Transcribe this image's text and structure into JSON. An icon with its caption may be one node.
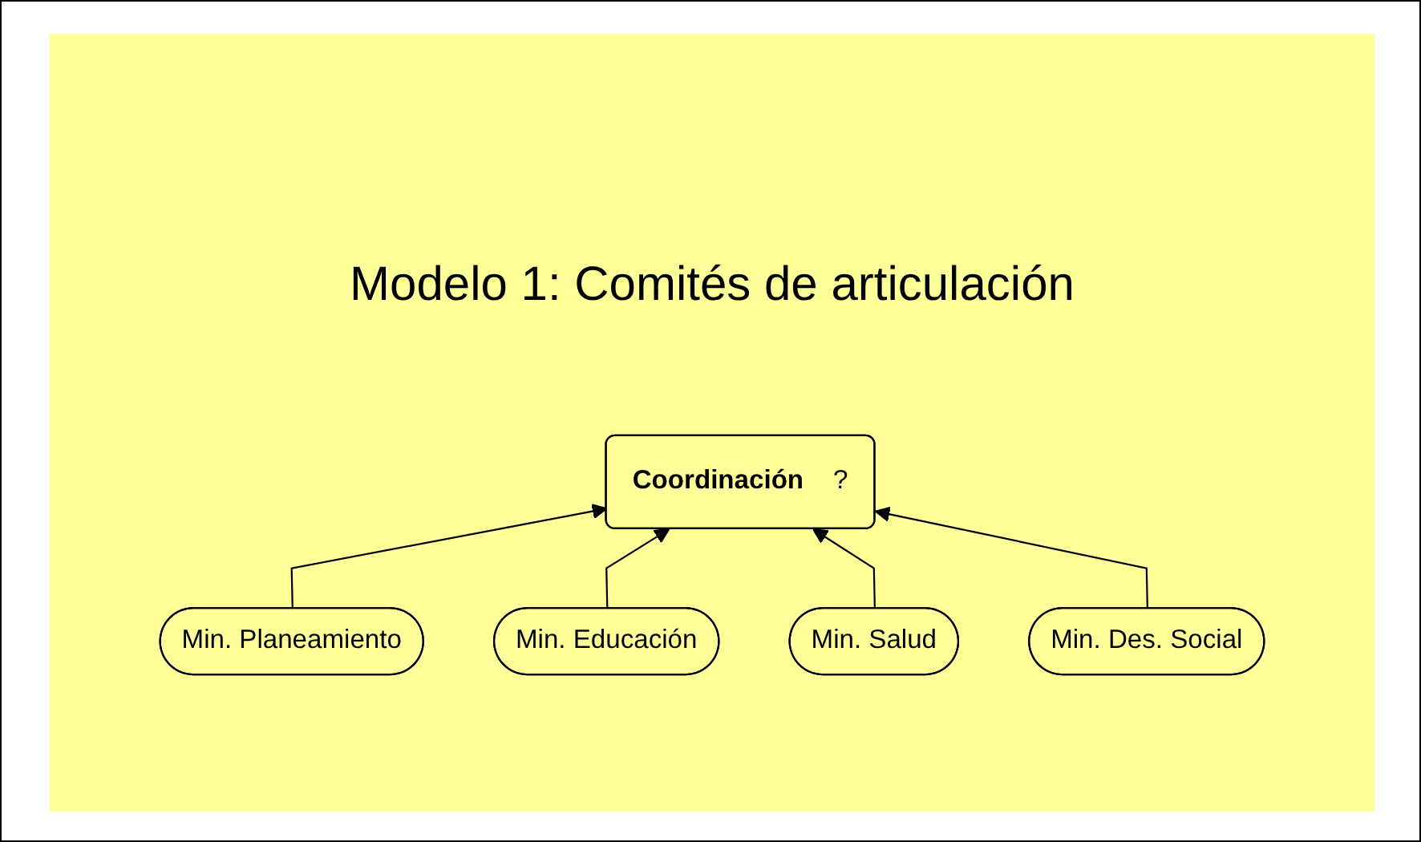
{
  "diagram": {
    "title": "Modelo 1: Comités de articulación",
    "nodes": [
      {
        "text": [
          "Coordinación",
          "?"
        ]
      },
      {
        "text": [
          "Min. Planeamiento"
        ]
      },
      {
        "text": [
          "Min. Educación"
        ]
      },
      {
        "text": [
          "Min. Salud"
        ]
      },
      {
        "text": [
          "Min. Des. Social"
        ]
      }
    ],
    "edges": [
      {
        "from": 1,
        "to": 0,
        "arrow": "to"
      },
      {
        "from": 2,
        "to": 0,
        "arrow": "to"
      },
      {
        "from": 3,
        "to": 0,
        "arrow": "to"
      },
      {
        "from": 4,
        "to": 0,
        "arrow": "to"
      }
    ]
  }
}
